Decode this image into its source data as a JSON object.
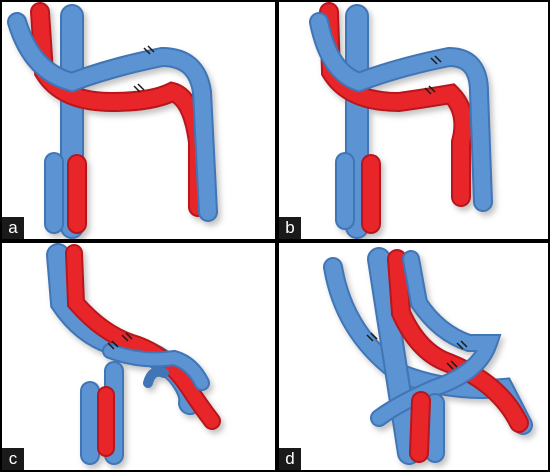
{
  "panels": [
    {
      "label": "a"
    },
    {
      "label": "b"
    },
    {
      "label": "c"
    },
    {
      "label": "d"
    }
  ],
  "colors": {
    "vein": "#5b93d3",
    "vein_edge": "#3f74b6",
    "artery": "#e8262b",
    "artery_edge": "#b8161b",
    "suture": "#1a1a1a",
    "label_bg": "#1a1a1a",
    "label_text": "#ffffff"
  },
  "icons": {
    "vessel": "tubular-vessel-shape",
    "anastomosis": "suture-mark"
  }
}
